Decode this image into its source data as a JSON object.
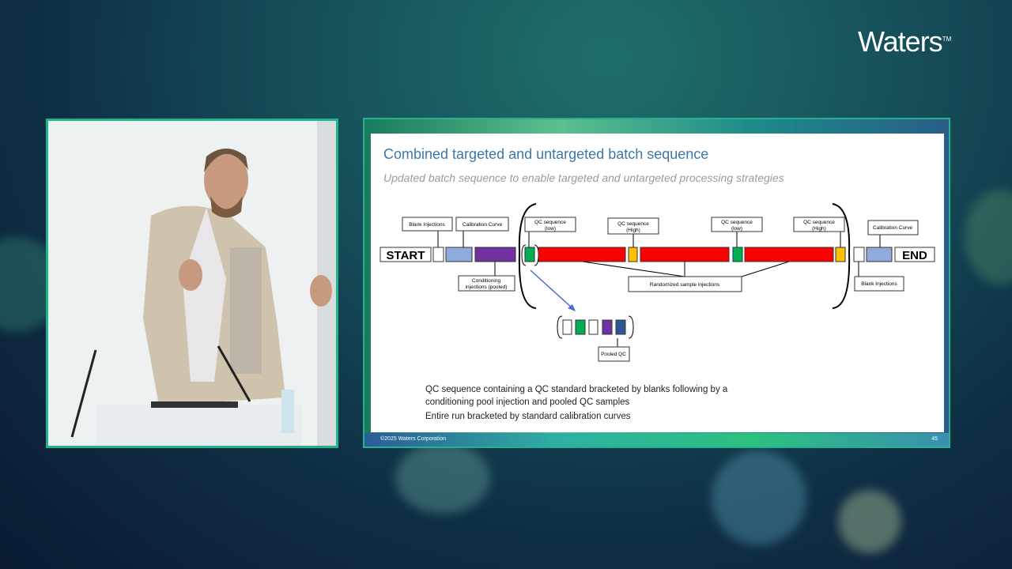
{
  "brand": {
    "logo": "Waters",
    "trademark": "TM"
  },
  "slide": {
    "title": "Combined targeted and untargeted batch sequence",
    "subtitle": "Updated batch sequence to enable targeted and untargeted processing strategies",
    "bullets": [
      "QC sequence containing a QC standard bracketed by blanks following by a conditioning pool injection and pooled QC samples",
      "Entire run bracketed by standard calibration curves"
    ],
    "footer_copyright": "©2025 Waters Corporation",
    "page_number": "45",
    "diagram": {
      "start": "START",
      "end": "END",
      "blank_injections": "Blank Injections",
      "calibration_curve": "Calibration Curve",
      "conditioning_line1": "Conditioning",
      "conditioning_line2": "injections (pooled)",
      "qc_sequence": "QC sequence",
      "low": "(low)",
      "high": "(High)",
      "randomized": "Randomized sample injections",
      "pooled_qc": "Pooled QC"
    },
    "colors": {
      "blank": "#ffffff",
      "calibration": "#8faadc",
      "conditioning": "#7030a0",
      "qc_low": "#00b050",
      "qc_high": "#ffc000",
      "samples": "#ff0000",
      "pooled": "#2f5597"
    }
  }
}
